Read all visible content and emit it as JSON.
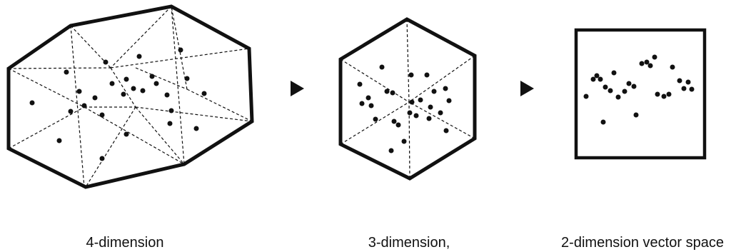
{
  "panels": [
    {
      "id": "4d",
      "label": "4-dimension"
    },
    {
      "id": "3d",
      "label": "3-dimension,"
    },
    {
      "id": "2d",
      "label": "2-dimension vector space"
    }
  ],
  "colors": {
    "stroke": "#111111",
    "fill": "#ffffff",
    "dot": "#111111"
  },
  "icons": [
    "right-arrow-icon",
    "right-arrow-icon"
  ]
}
